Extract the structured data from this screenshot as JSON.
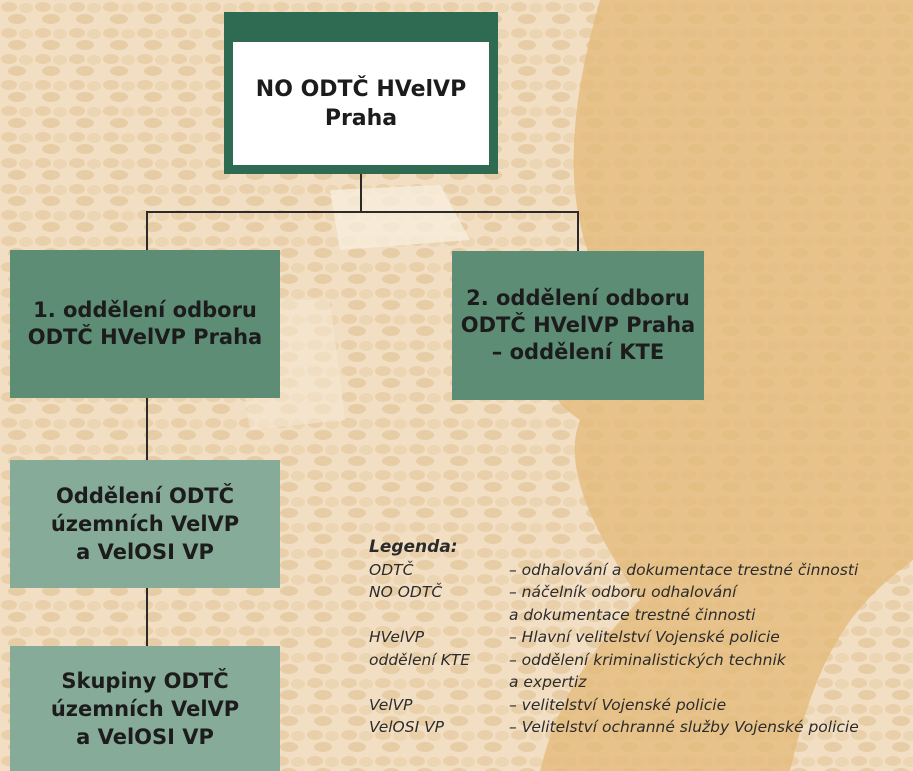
{
  "chart": {
    "top": {
      "line1": "NO ODTČ HVelVP",
      "line2": "Praha"
    },
    "dept1": {
      "text": "1. oddělení odboru\nODTČ HVelVP Praha"
    },
    "dept2": {
      "text": "2. oddělení odboru\nODTČ HVelVP Praha\n– oddělení KTE"
    },
    "sub1": {
      "text": "Oddělení ODTČ\núzemních VelVP\na VelOSI VP"
    },
    "sub2": {
      "text": "Skupiny ODTČ\núzemních VelVP\na VelOSI VP"
    }
  },
  "legend": {
    "title": "Legenda:",
    "items": [
      {
        "abbr": "ODTČ",
        "definition": "– odhalování a dokumentace trestné činnosti"
      },
      {
        "abbr": "NO ODTČ",
        "definition": "– náčelník odboru odhalování\n   a dokumentace trestné činnosti"
      },
      {
        "abbr": "HVelVP",
        "definition": "– Hlavní velitelství Vojenské policie"
      },
      {
        "abbr": "oddělení KTE",
        "definition": "– oddělení kriminalistických technik\n   a expertiz"
      },
      {
        "abbr": "VelVP",
        "definition": "– velitelství Vojenské policie"
      },
      {
        "abbr": "VelOSI VP",
        "definition": "– Velitelství ochranné služby Vojenské policie"
      }
    ]
  },
  "colors": {
    "background": "#f1dcbd",
    "top_border": "#2f6a53",
    "dept_fill": "#5e8d76",
    "sub_fill": "#86ab99",
    "connector": "#2a2a2a"
  }
}
